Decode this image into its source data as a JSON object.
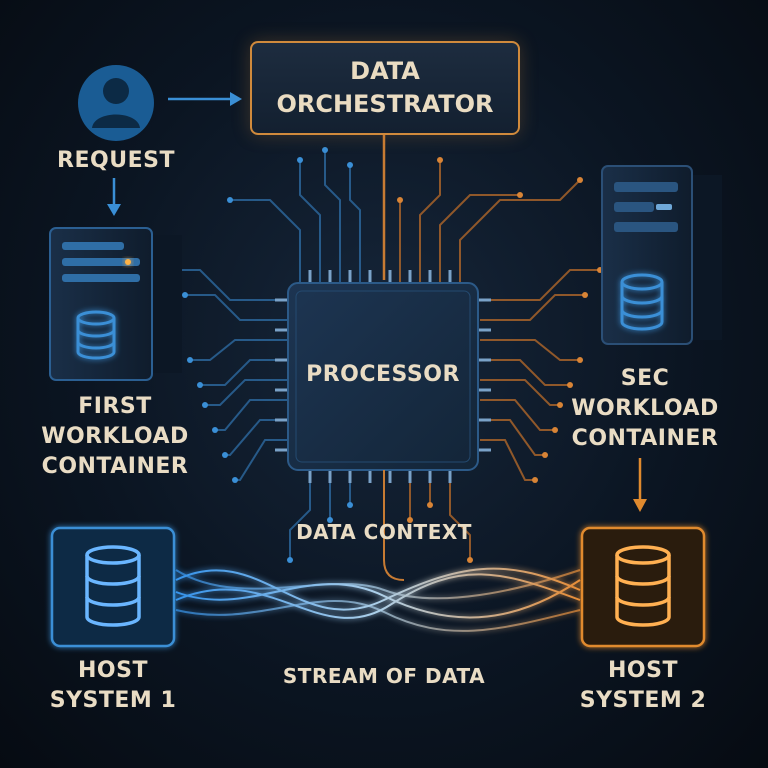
{
  "nodes": {
    "orchestrator": {
      "line1": "DATA",
      "line2": "ORCHESTRATOR"
    },
    "request": {
      "label": "REQUEST"
    },
    "processor": {
      "label": "PROCESSOR"
    },
    "first_container": {
      "line1": "FIRST",
      "line2": "WORKLOAD",
      "line3": "CONTAINER"
    },
    "second_container": {
      "line1": "SEC",
      "line2": "WORKLOAD",
      "line3": "CONTAINER"
    },
    "host1": {
      "line1": "HOST",
      "line2": "SYSTEM 1"
    },
    "host2": {
      "line1": "HOST",
      "line2": "SYSTEM 2"
    }
  },
  "labels": {
    "data_context": "DATA CONTEXT",
    "stream": "STREAM OF DATA"
  },
  "colors": {
    "blue": "#3a8fd6",
    "orange": "#e08a2e",
    "text": "#e9dcc4",
    "panel": "#15273c"
  },
  "icons": {
    "user": "user-icon",
    "server": "server-icon",
    "database": "database-icon",
    "chip": "processor-chip-icon"
  }
}
